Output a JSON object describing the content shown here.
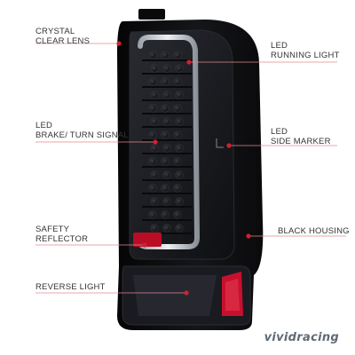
{
  "callouts": {
    "crystal_clear_lens": [
      "CRYSTAL",
      "CLEAR LENS"
    ],
    "led_running_light": [
      "LED",
      "RUNNING LIGHT"
    ],
    "led_brake_turn_signal": [
      "LED",
      "BRAKE/ TURN SIGNAL"
    ],
    "led_side_marker": [
      "LED",
      "SIDE MARKER"
    ],
    "safety_reflector": [
      "SAFETY",
      "REFLECTOR"
    ],
    "black_housing": [
      "BLACK HOUSING"
    ],
    "reverse_light": [
      "REVERSE LIGHT"
    ]
  },
  "brand": {
    "watermark": "vividracing"
  },
  "colors": {
    "housing": "#0d0d0f",
    "lens_dark": "#1c1d22",
    "led_bar": "#cfd4da",
    "reflector": "#c8102e",
    "callout_dot": "#d0202e",
    "callout_line": "#e08a92",
    "text": "#333333"
  },
  "icons": [
    "callout-dot-icon"
  ]
}
